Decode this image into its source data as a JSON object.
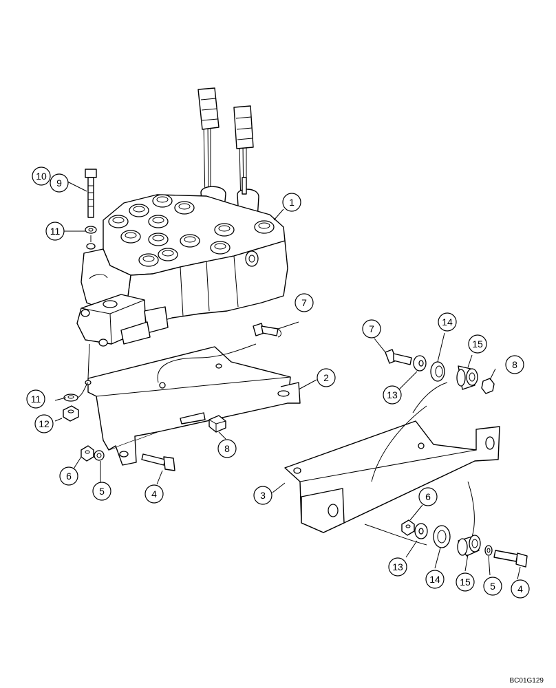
{
  "drawing_code": "BC01G129",
  "callouts": [
    {
      "id": "c1",
      "label": "1"
    },
    {
      "id": "c2",
      "label": "2"
    },
    {
      "id": "c3",
      "label": "3"
    },
    {
      "id": "c4a",
      "label": "4"
    },
    {
      "id": "c4b",
      "label": "4"
    },
    {
      "id": "c5a",
      "label": "5"
    },
    {
      "id": "c5b",
      "label": "5"
    },
    {
      "id": "c6a",
      "label": "6"
    },
    {
      "id": "c6b",
      "label": "6"
    },
    {
      "id": "c7a",
      "label": "7"
    },
    {
      "id": "c7b",
      "label": "7"
    },
    {
      "id": "c8a",
      "label": "8"
    },
    {
      "id": "c8b",
      "label": "8"
    },
    {
      "id": "c9",
      "label": "9"
    },
    {
      "id": "c10",
      "label": "10"
    },
    {
      "id": "c11a",
      "label": "11"
    },
    {
      "id": "c11b",
      "label": "11"
    },
    {
      "id": "c12",
      "label": "12"
    },
    {
      "id": "c13a",
      "label": "13"
    },
    {
      "id": "c13b",
      "label": "13"
    },
    {
      "id": "c14a",
      "label": "14"
    },
    {
      "id": "c14b",
      "label": "14"
    },
    {
      "id": "c15a",
      "label": "15"
    },
    {
      "id": "c15b",
      "label": "15"
    }
  ]
}
